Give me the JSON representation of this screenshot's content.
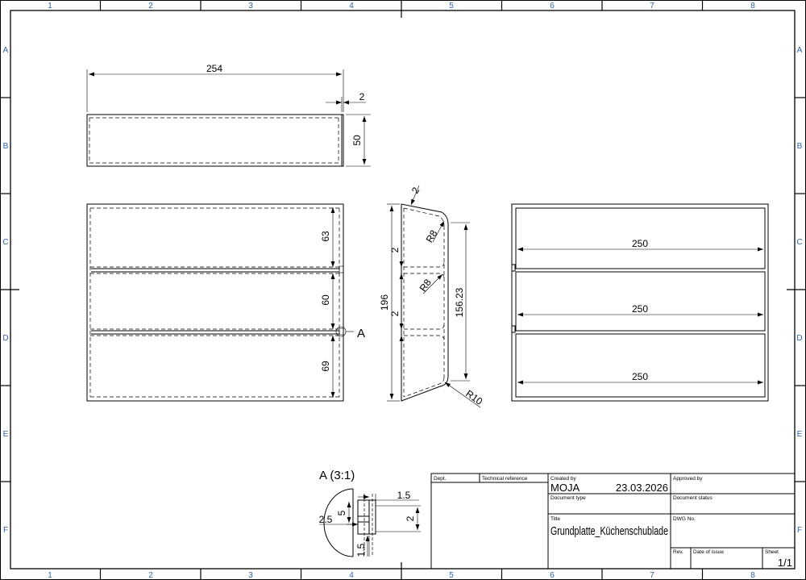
{
  "frame": {
    "columns": [
      "1",
      "2",
      "3",
      "4",
      "5",
      "6",
      "7",
      "8"
    ],
    "rows": [
      "A",
      "B",
      "C",
      "D",
      "E",
      "F"
    ]
  },
  "dimensions": {
    "top_width": "254",
    "top_wall": "2",
    "top_height": "50",
    "front_c1": "63",
    "front_c2": "60",
    "front_c3": "69",
    "front_detail_marker": "A",
    "side_wall": "2",
    "side_r_top": "R8",
    "side_r_mid": "R8",
    "side_r_bottom": "R10",
    "side_height": "196",
    "side_inner_height": "156.23",
    "side_gap1": "2",
    "side_gap2": "2",
    "right_w1": "250",
    "right_w2": "250",
    "right_w3": "250"
  },
  "detail": {
    "title": "A (3:1)",
    "d1": "1.5",
    "d2": "2",
    "d3": "2.5",
    "d4": "5",
    "d5": "1.5"
  },
  "title_block": {
    "dept_label": "Dept.",
    "techref_label": "Technical reference",
    "created_label": "Created by",
    "created_value": "MOJA",
    "date_value": "23.03.2026",
    "approved_label": "Approved by",
    "doctype_label": "Document type",
    "docstatus_label": "Document status",
    "title_label": "Title",
    "title_value": "Grundplatte_Küchenschublade",
    "dwg_label": "DWG No.",
    "rev_label": "Rev.",
    "issue_label": "Date of issue",
    "sheet_label": "Sheet",
    "sheet_value": "1/1"
  }
}
